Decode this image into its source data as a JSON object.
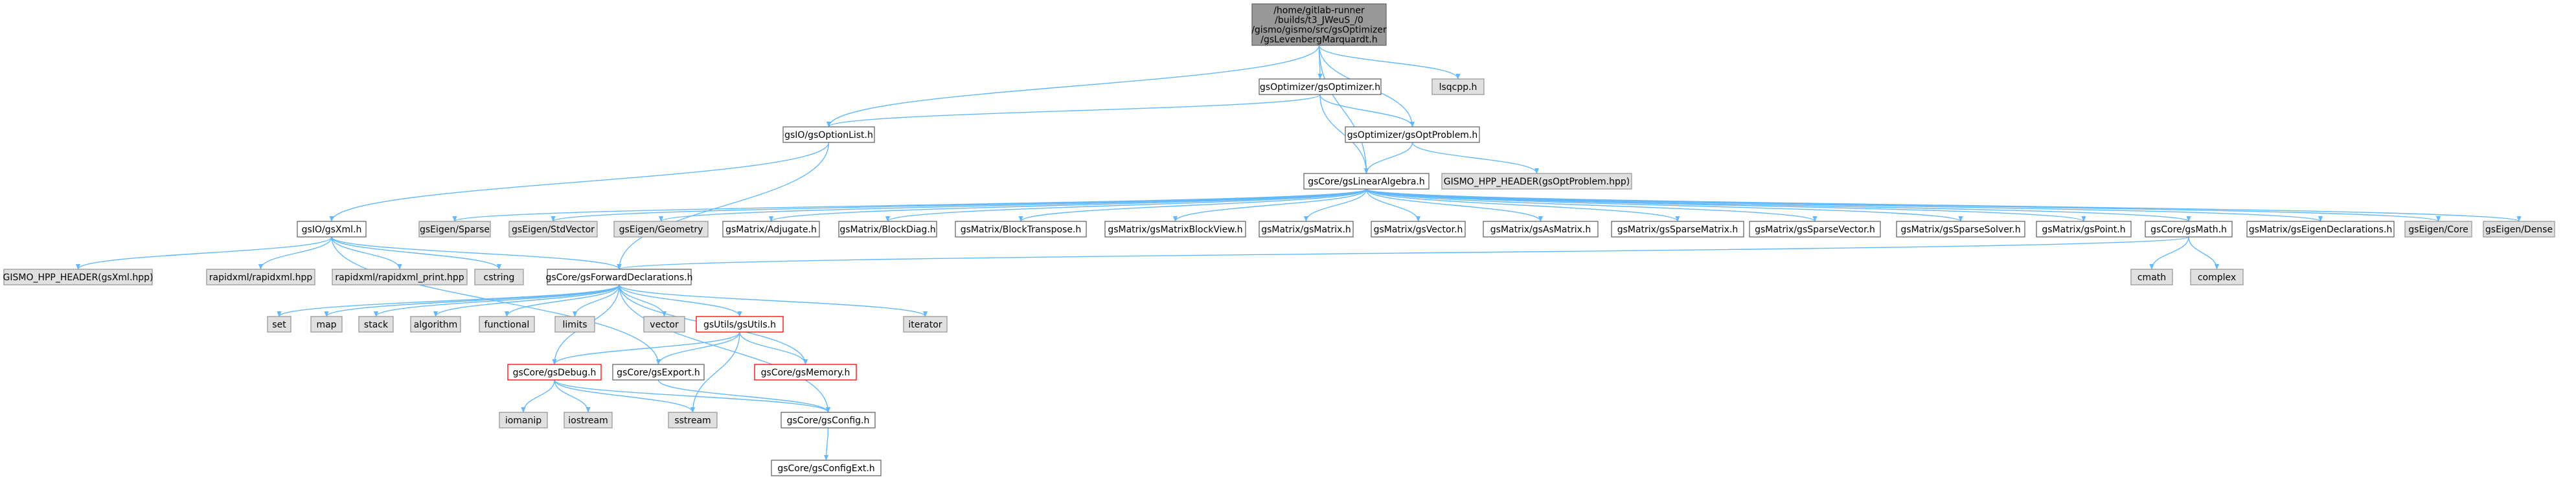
{
  "colors": {
    "edge": "#63b8ff",
    "root_fill": "#999999",
    "root_stroke": "#666666",
    "internal_fill": "#ffffff",
    "internal_stroke": "#666666",
    "truncated_stroke": "#ff0000",
    "external_fill": "#e0e0e0",
    "external_stroke": "#999999"
  },
  "nodes": [
    {
      "id": "root",
      "kind": "root",
      "lines": [
        "/home/gitlab-runner",
        "/builds/t3_JWeuS_/0",
        "/gismo/gismo/src/gsOptimizer",
        "/gsLevenbergMarquardt.h"
      ]
    },
    {
      "id": "optimizer",
      "kind": "internal",
      "lines": [
        "gsOptimizer/gsOptimizer.h"
      ]
    },
    {
      "id": "lsqcpp",
      "kind": "external",
      "lines": [
        "lsqcpp.h"
      ]
    },
    {
      "id": "optionlist",
      "kind": "internal",
      "lines": [
        "gsIO/gsOptionList.h"
      ]
    },
    {
      "id": "optproblem",
      "kind": "internal",
      "lines": [
        "gsOptimizer/gsOptProblem.h"
      ]
    },
    {
      "id": "gismohdr_opt",
      "kind": "external",
      "lines": [
        "GISMO_HPP_HEADER(gsOptProblem.hpp)"
      ]
    },
    {
      "id": "linalg",
      "kind": "internal",
      "lines": [
        "gsCore/gsLinearAlgebra.h"
      ]
    },
    {
      "id": "xml",
      "kind": "internal",
      "lines": [
        "gsIO/gsXml.h"
      ]
    },
    {
      "id": "eigen_sparse",
      "kind": "external",
      "lines": [
        "gsEigen/Sparse"
      ]
    },
    {
      "id": "eigen_stdvector",
      "kind": "external",
      "lines": [
        "gsEigen/StdVector"
      ]
    },
    {
      "id": "eigen_geometry",
      "kind": "external",
      "lines": [
        "gsEigen/Geometry"
      ]
    },
    {
      "id": "adjugate",
      "kind": "internal",
      "lines": [
        "gsMatrix/Adjugate.h"
      ]
    },
    {
      "id": "blockdiag",
      "kind": "internal",
      "lines": [
        "gsMatrix/BlockDiag.h"
      ]
    },
    {
      "id": "blocktranspose",
      "kind": "internal",
      "lines": [
        "gsMatrix/BlockTranspose.h"
      ]
    },
    {
      "id": "matrixblockview",
      "kind": "internal",
      "lines": [
        "gsMatrix/gsMatrixBlockView.h"
      ]
    },
    {
      "id": "gsmatrix",
      "kind": "internal",
      "lines": [
        "gsMatrix/gsMatrix.h"
      ]
    },
    {
      "id": "gsvector",
      "kind": "internal",
      "lines": [
        "gsMatrix/gsVector.h"
      ]
    },
    {
      "id": "asmatrix",
      "kind": "internal",
      "lines": [
        "gsMatrix/gsAsMatrix.h"
      ]
    },
    {
      "id": "sparsematrix",
      "kind": "internal",
      "lines": [
        "gsMatrix/gsSparseMatrix.h"
      ]
    },
    {
      "id": "sparsevector",
      "kind": "internal",
      "lines": [
        "gsMatrix/gsSparseVector.h"
      ]
    },
    {
      "id": "sparsesolver",
      "kind": "internal",
      "lines": [
        "gsMatrix/gsSparseSolver.h"
      ]
    },
    {
      "id": "gspoint",
      "kind": "internal",
      "lines": [
        "gsMatrix/gsPoint.h"
      ]
    },
    {
      "id": "gsmath",
      "kind": "internal",
      "lines": [
        "gsCore/gsMath.h"
      ]
    },
    {
      "id": "eigendecl",
      "kind": "internal",
      "lines": [
        "gsMatrix/gsEigenDeclarations.h"
      ]
    },
    {
      "id": "eigen_core",
      "kind": "external",
      "lines": [
        "gsEigen/Core"
      ]
    },
    {
      "id": "eigen_dense",
      "kind": "external",
      "lines": [
        "gsEigen/Dense"
      ]
    },
    {
      "id": "gismohdr_xml",
      "kind": "external",
      "lines": [
        "GISMO_HPP_HEADER(gsXml.hpp)"
      ]
    },
    {
      "id": "rapidxml",
      "kind": "external",
      "lines": [
        "rapidxml/rapidxml.hpp"
      ]
    },
    {
      "id": "rapidxml_print",
      "kind": "external",
      "lines": [
        "rapidxml/rapidxml_print.hpp"
      ]
    },
    {
      "id": "cstring",
      "kind": "external",
      "lines": [
        "cstring"
      ]
    },
    {
      "id": "fwddecl",
      "kind": "internal",
      "lines": [
        "gsCore/gsForwardDeclarations.h"
      ]
    },
    {
      "id": "cmath",
      "kind": "external",
      "lines": [
        "cmath"
      ]
    },
    {
      "id": "complex",
      "kind": "external",
      "lines": [
        "complex"
      ]
    },
    {
      "id": "set",
      "kind": "external",
      "lines": [
        "set"
      ]
    },
    {
      "id": "map",
      "kind": "external",
      "lines": [
        "map"
      ]
    },
    {
      "id": "stack",
      "kind": "external",
      "lines": [
        "stack"
      ]
    },
    {
      "id": "algorithm",
      "kind": "external",
      "lines": [
        "algorithm"
      ]
    },
    {
      "id": "functional",
      "kind": "external",
      "lines": [
        "functional"
      ]
    },
    {
      "id": "limits",
      "kind": "external",
      "lines": [
        "limits"
      ]
    },
    {
      "id": "vector",
      "kind": "external",
      "lines": [
        "vector"
      ]
    },
    {
      "id": "utils",
      "kind": "truncated",
      "lines": [
        "gsUtils/gsUtils.h"
      ]
    },
    {
      "id": "iterator",
      "kind": "external",
      "lines": [
        "iterator"
      ]
    },
    {
      "id": "debug",
      "kind": "truncated",
      "lines": [
        "gsCore/gsDebug.h"
      ]
    },
    {
      "id": "export",
      "kind": "internal",
      "lines": [
        "gsCore/gsExport.h"
      ]
    },
    {
      "id": "memory",
      "kind": "truncated",
      "lines": [
        "gsCore/gsMemory.h"
      ]
    },
    {
      "id": "iomanip",
      "kind": "external",
      "lines": [
        "iomanip"
      ]
    },
    {
      "id": "iostream",
      "kind": "external",
      "lines": [
        "iostream"
      ]
    },
    {
      "id": "sstream",
      "kind": "external",
      "lines": [
        "sstream"
      ]
    },
    {
      "id": "config",
      "kind": "internal",
      "lines": [
        "gsCore/gsConfig.h"
      ]
    },
    {
      "id": "configext",
      "kind": "internal",
      "lines": [
        "gsCore/gsConfigExt.h"
      ]
    }
  ],
  "edges": [
    [
      "root",
      "optimizer"
    ],
    [
      "root",
      "lsqcpp"
    ],
    [
      "root",
      "optionlist"
    ],
    [
      "root",
      "optproblem"
    ],
    [
      "root",
      "linalg"
    ],
    [
      "optimizer",
      "optionlist"
    ],
    [
      "optimizer",
      "optproblem"
    ],
    [
      "optimizer",
      "linalg"
    ],
    [
      "optproblem",
      "linalg"
    ],
    [
      "optproblem",
      "gismohdr_opt"
    ],
    [
      "optionlist",
      "xml"
    ],
    [
      "optionlist",
      "fwddecl"
    ],
    [
      "linalg",
      "eigen_sparse"
    ],
    [
      "linalg",
      "eigen_stdvector"
    ],
    [
      "linalg",
      "eigen_geometry"
    ],
    [
      "linalg",
      "adjugate"
    ],
    [
      "linalg",
      "blockdiag"
    ],
    [
      "linalg",
      "blocktranspose"
    ],
    [
      "linalg",
      "matrixblockview"
    ],
    [
      "linalg",
      "gsmatrix"
    ],
    [
      "linalg",
      "gsvector"
    ],
    [
      "linalg",
      "asmatrix"
    ],
    [
      "linalg",
      "sparsematrix"
    ],
    [
      "linalg",
      "sparsevector"
    ],
    [
      "linalg",
      "sparsesolver"
    ],
    [
      "linalg",
      "gspoint"
    ],
    [
      "linalg",
      "gsmath"
    ],
    [
      "linalg",
      "eigendecl"
    ],
    [
      "linalg",
      "eigen_core"
    ],
    [
      "linalg",
      "eigen_dense"
    ],
    [
      "xml",
      "gismohdr_xml"
    ],
    [
      "xml",
      "rapidxml"
    ],
    [
      "xml",
      "rapidxml_print"
    ],
    [
      "xml",
      "cstring"
    ],
    [
      "xml",
      "fwddecl"
    ],
    [
      "xml",
      "export"
    ],
    [
      "gsmath",
      "cmath"
    ],
    [
      "gsmath",
      "complex"
    ],
    [
      "gsmath",
      "fwddecl"
    ],
    [
      "fwddecl",
      "set"
    ],
    [
      "fwddecl",
      "map"
    ],
    [
      "fwddecl",
      "stack"
    ],
    [
      "fwddecl",
      "algorithm"
    ],
    [
      "fwddecl",
      "functional"
    ],
    [
      "fwddecl",
      "limits"
    ],
    [
      "fwddecl",
      "vector"
    ],
    [
      "fwddecl",
      "utils"
    ],
    [
      "fwddecl",
      "iterator"
    ],
    [
      "fwddecl",
      "debug"
    ],
    [
      "fwddecl",
      "memory"
    ],
    [
      "fwddecl",
      "config"
    ],
    [
      "utils",
      "debug"
    ],
    [
      "utils",
      "memory"
    ],
    [
      "utils",
      "sstream"
    ],
    [
      "utils",
      "export"
    ],
    [
      "debug",
      "iomanip"
    ],
    [
      "debug",
      "iostream"
    ],
    [
      "debug",
      "sstream"
    ],
    [
      "debug",
      "config"
    ],
    [
      "export",
      "config"
    ],
    [
      "config",
      "configext"
    ]
  ]
}
